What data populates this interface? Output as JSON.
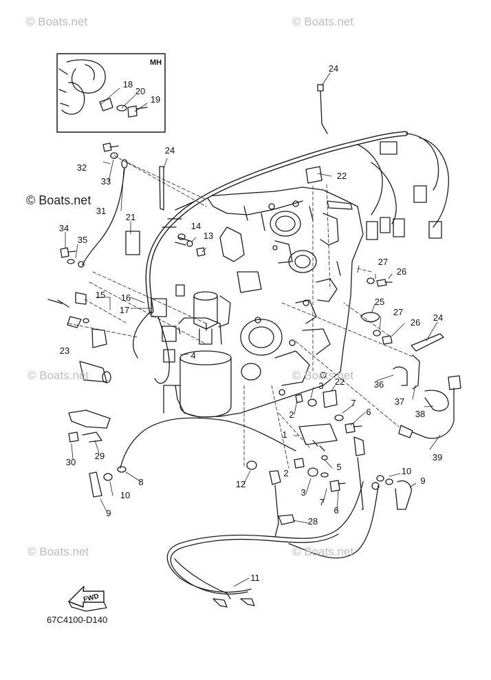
{
  "watermarks": {
    "top_left": "© Boats.net",
    "top_right": "© Boats.net",
    "side": "© Boats.net",
    "mid_left": "© Boats.net",
    "mid_right": "© Boats.net",
    "bottom_left": "© Boats.net",
    "bottom_right": "© Boats.net"
  },
  "inset": {
    "label": "MH"
  },
  "fwd_label": "FWD",
  "diagram_code": "67C4100-D140",
  "callouts": {
    "c18": "18",
    "c20": "20",
    "c19": "19",
    "c24a": "24",
    "c24b": "24",
    "c24c": "24",
    "c32": "32",
    "c33": "33",
    "c31": "31",
    "c21": "21",
    "c14": "14",
    "c13": "13",
    "c22a": "22",
    "c22b": "22",
    "c34": "34",
    "c35": "35",
    "c15": "15",
    "c16": "16",
    "c17": "17",
    "c23": "23",
    "c4": "4",
    "c27a": "27",
    "c27b": "27",
    "c26a": "26",
    "c26b": "26",
    "c25": "25",
    "c36": "36",
    "c37": "37",
    "c38": "38",
    "c39": "39",
    "c3a": "3",
    "c3b": "3",
    "c2a": "2",
    "c2b": "2",
    "c7a": "7",
    "c7b": "7",
    "c6a": "6",
    "c6b": "6",
    "c1": "1",
    "c5": "5",
    "c10a": "10",
    "c10b": "10",
    "c9a": "9",
    "c9b": "9",
    "c8": "8",
    "c12": "12",
    "c28": "28",
    "c30": "30",
    "c29": "29",
    "c11": "11"
  }
}
